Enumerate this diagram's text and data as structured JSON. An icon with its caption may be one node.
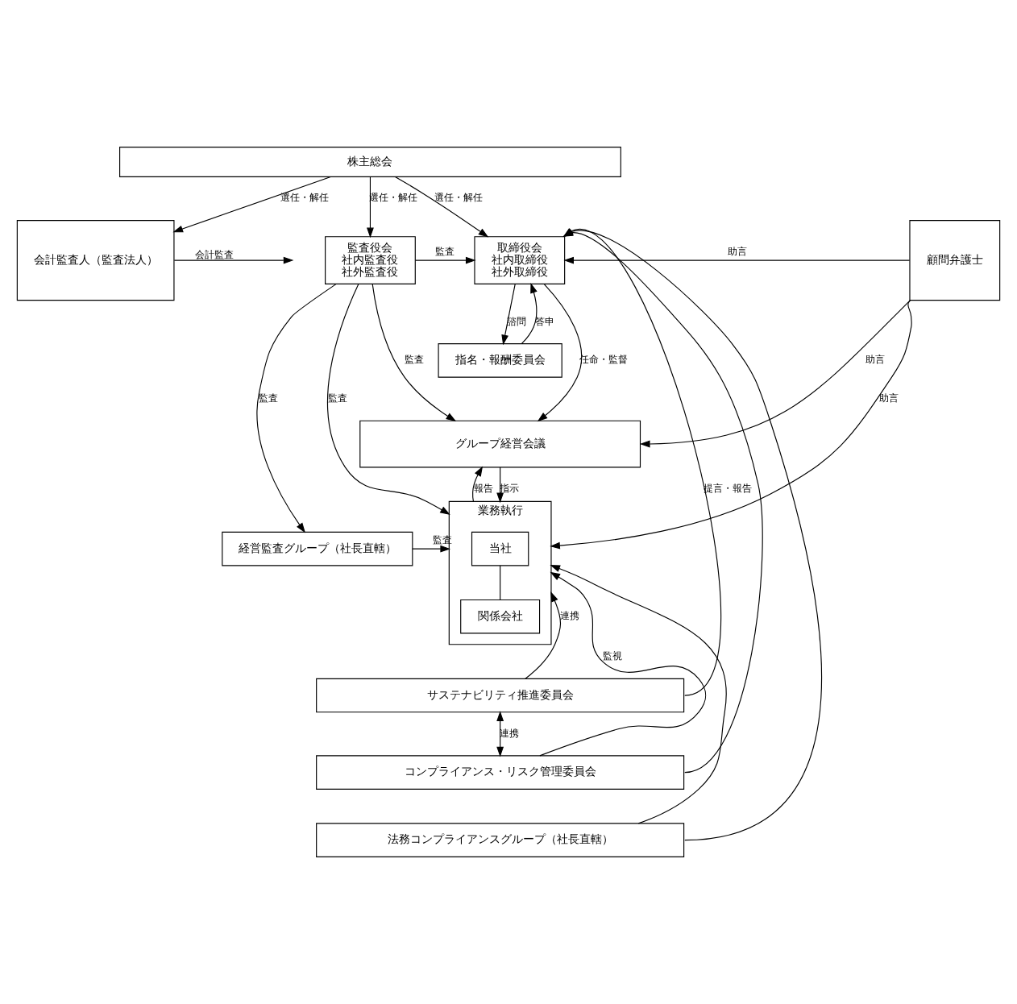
{
  "diagram": {
    "nodes": [
      {
        "text": [
          "株主総会"
        ]
      },
      {
        "text": [
          "会計監査人（監査法人）"
        ]
      },
      {
        "text": [
          "監査役会",
          "社内監査役",
          "社外監査役"
        ]
      },
      {
        "text": [
          "取締役会",
          "社内取締役",
          "社外取締役"
        ]
      },
      {
        "text": [
          "顧問弁護士"
        ]
      },
      {
        "text": [
          "指名・報酬委員会"
        ]
      },
      {
        "text": [
          "グループ経営会議"
        ]
      },
      {
        "text": [
          "経営監査グループ（社長直轄）"
        ]
      },
      {
        "text": [
          "業務執行"
        ]
      },
      {
        "text": [
          "当社"
        ],
        "in": 8
      },
      {
        "text": [
          "関係会社"
        ],
        "in": 8
      },
      {
        "text": [
          "サステナビリティ推進委員会"
        ]
      },
      {
        "text": [
          "コンプライアンス・リスク管理委員会"
        ]
      },
      {
        "text": [
          "法務コンプライアンスグループ（社長直轄）"
        ]
      }
    ],
    "edges": [
      {
        "from": 0,
        "to": 1,
        "arrow": "to",
        "label": "選任・解任"
      },
      {
        "from": 0,
        "to": 2,
        "arrow": "to",
        "label": "選任・解任"
      },
      {
        "from": 0,
        "to": 3,
        "arrow": "to",
        "label": "選任・解任"
      },
      {
        "from": 11,
        "to": 3,
        "arrow": "to",
        "label": "提言・報告"
      },
      {
        "from": 12,
        "to": 3,
        "arrow": "to"
      },
      {
        "from": 13,
        "to": 3,
        "arrow": "to"
      },
      {
        "from": 2,
        "to": 3,
        "arrow": "to",
        "label": "監査"
      },
      {
        "from": 4,
        "to": 3,
        "arrow": "to",
        "label": "助言"
      },
      {
        "from": 1,
        "to": null,
        "arrow": "to",
        "label": "会計監査"
      },
      {
        "from": 3,
        "to": 5,
        "arrow": "to",
        "label": "諮問"
      },
      {
        "from": 5,
        "to": 3,
        "arrow": "to",
        "label": "答申"
      },
      {
        "from": 2,
        "to": 6,
        "arrow": "to",
        "label": "監査"
      },
      {
        "from": 3,
        "to": 6,
        "arrow": "to",
        "label": "任命・監督"
      },
      {
        "from": 4,
        "to": 6,
        "arrow": "to",
        "label": "助言"
      },
      {
        "from": 6,
        "to": 8,
        "arrow": "to",
        "label": "指示"
      },
      {
        "from": 8,
        "to": 6,
        "arrow": "to",
        "label": "報告"
      },
      {
        "from": 2,
        "to": 7,
        "arrow": "to",
        "label": "監査"
      },
      {
        "from": 7,
        "to": 8,
        "arrow": "to",
        "label": "監査"
      },
      {
        "from": 4,
        "to": 8,
        "arrow": "to",
        "label": "助言"
      },
      {
        "from": 2,
        "to": 8,
        "arrow": "to",
        "label": "監査"
      },
      {
        "from": 9,
        "to": 10,
        "arrow": "none"
      },
      {
        "from": 12,
        "to": 8,
        "arrow": "to",
        "label": "監視"
      },
      {
        "from": 13,
        "to": 8,
        "arrow": "to"
      },
      {
        "from": 11,
        "to": 8,
        "arrow": "to",
        "label": "連携"
      },
      {
        "from": 11,
        "to": 12,
        "arrow": "both",
        "label": "連携"
      }
    ]
  }
}
